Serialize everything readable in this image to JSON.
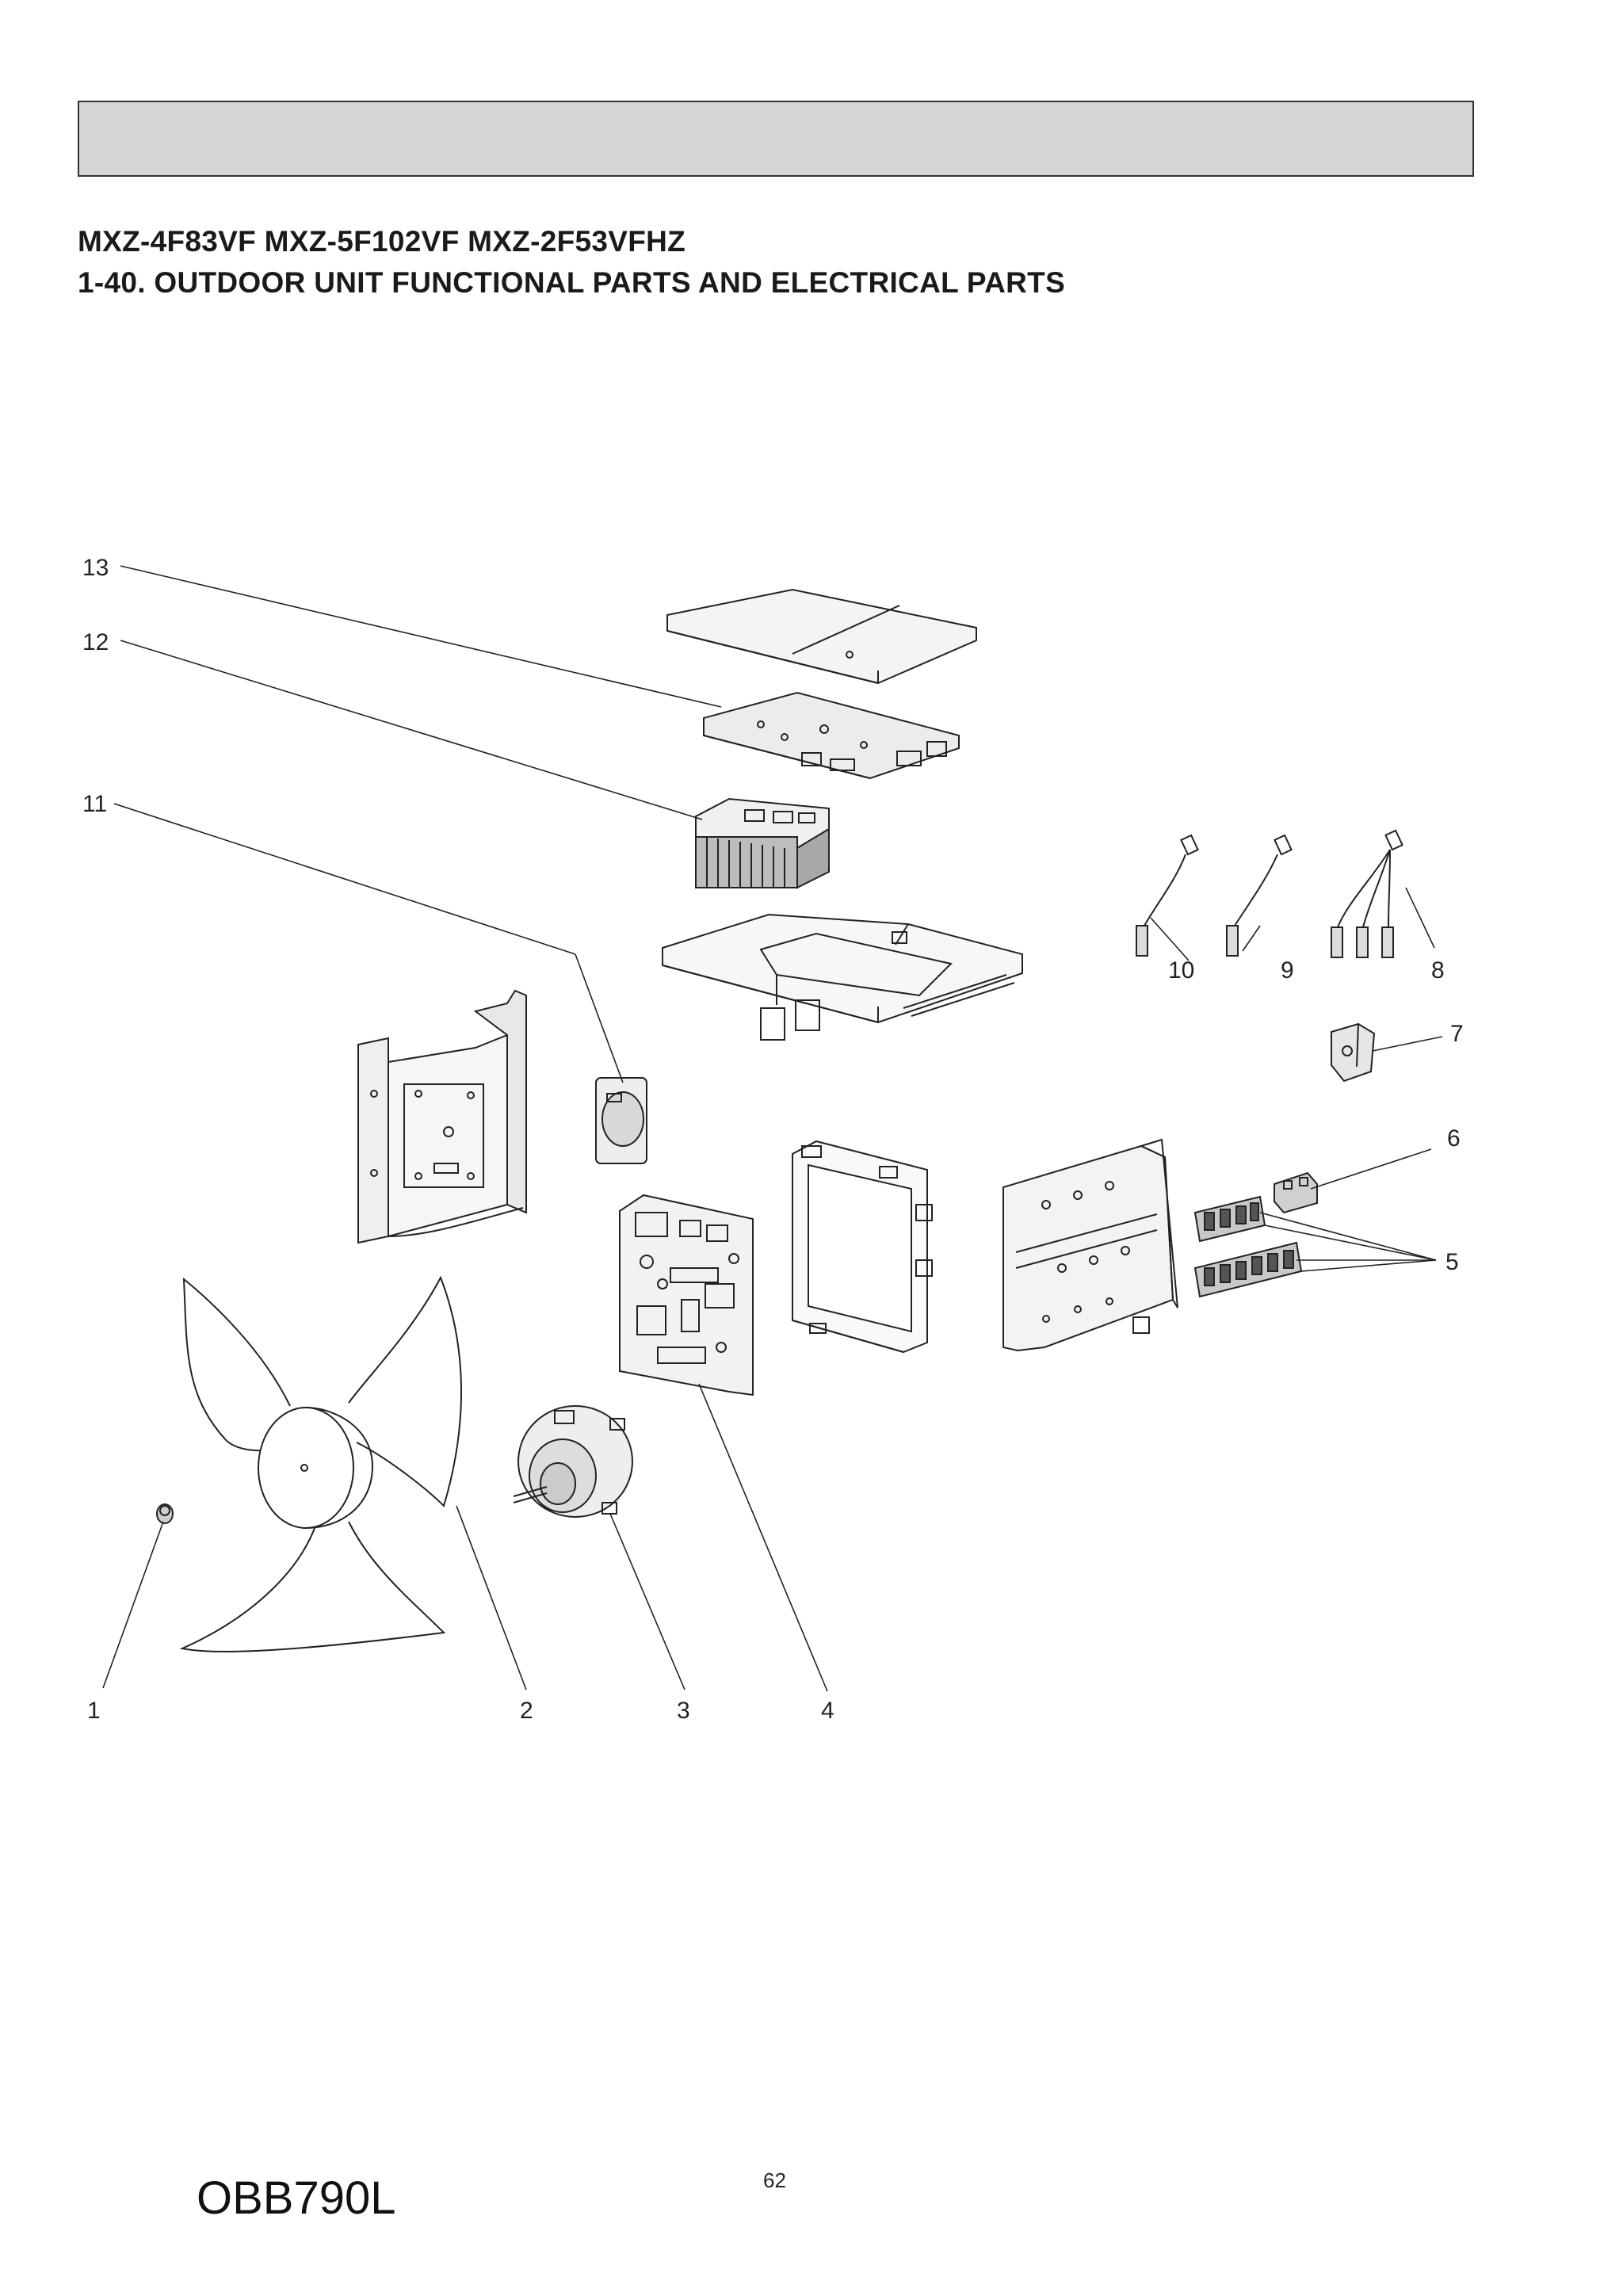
{
  "header": {
    "models": "MXZ-4F83VF  MXZ-5F102VF  MXZ-2F53VFHZ",
    "section_title": "1-40. OUTDOOR UNIT FUNCTIONAL PARTS AND ELECTRICAL PARTS"
  },
  "callouts": [
    "1",
    "2",
    "3",
    "4",
    "5",
    "6",
    "7",
    "8",
    "9",
    "10",
    "11",
    "12",
    "13"
  ],
  "footer": {
    "page_number": "62",
    "doc_code": "OBB790L"
  }
}
